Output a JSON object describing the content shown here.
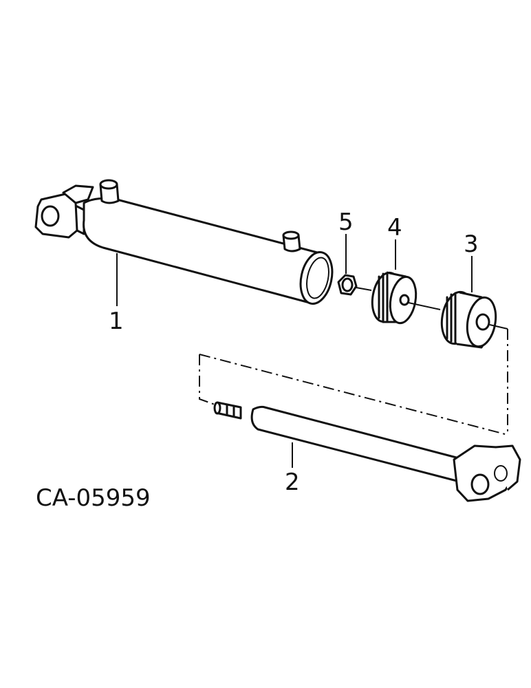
{
  "diagram": {
    "drawing_number": "CA-05959",
    "callouts": [
      {
        "id": "1",
        "label": "1"
      },
      {
        "id": "2",
        "label": "2"
      },
      {
        "id": "3",
        "label": "3"
      },
      {
        "id": "4",
        "label": "4"
      },
      {
        "id": "5",
        "label": "5"
      }
    ]
  },
  "colors": {
    "line": "#111111",
    "background": "#ffffff"
  }
}
